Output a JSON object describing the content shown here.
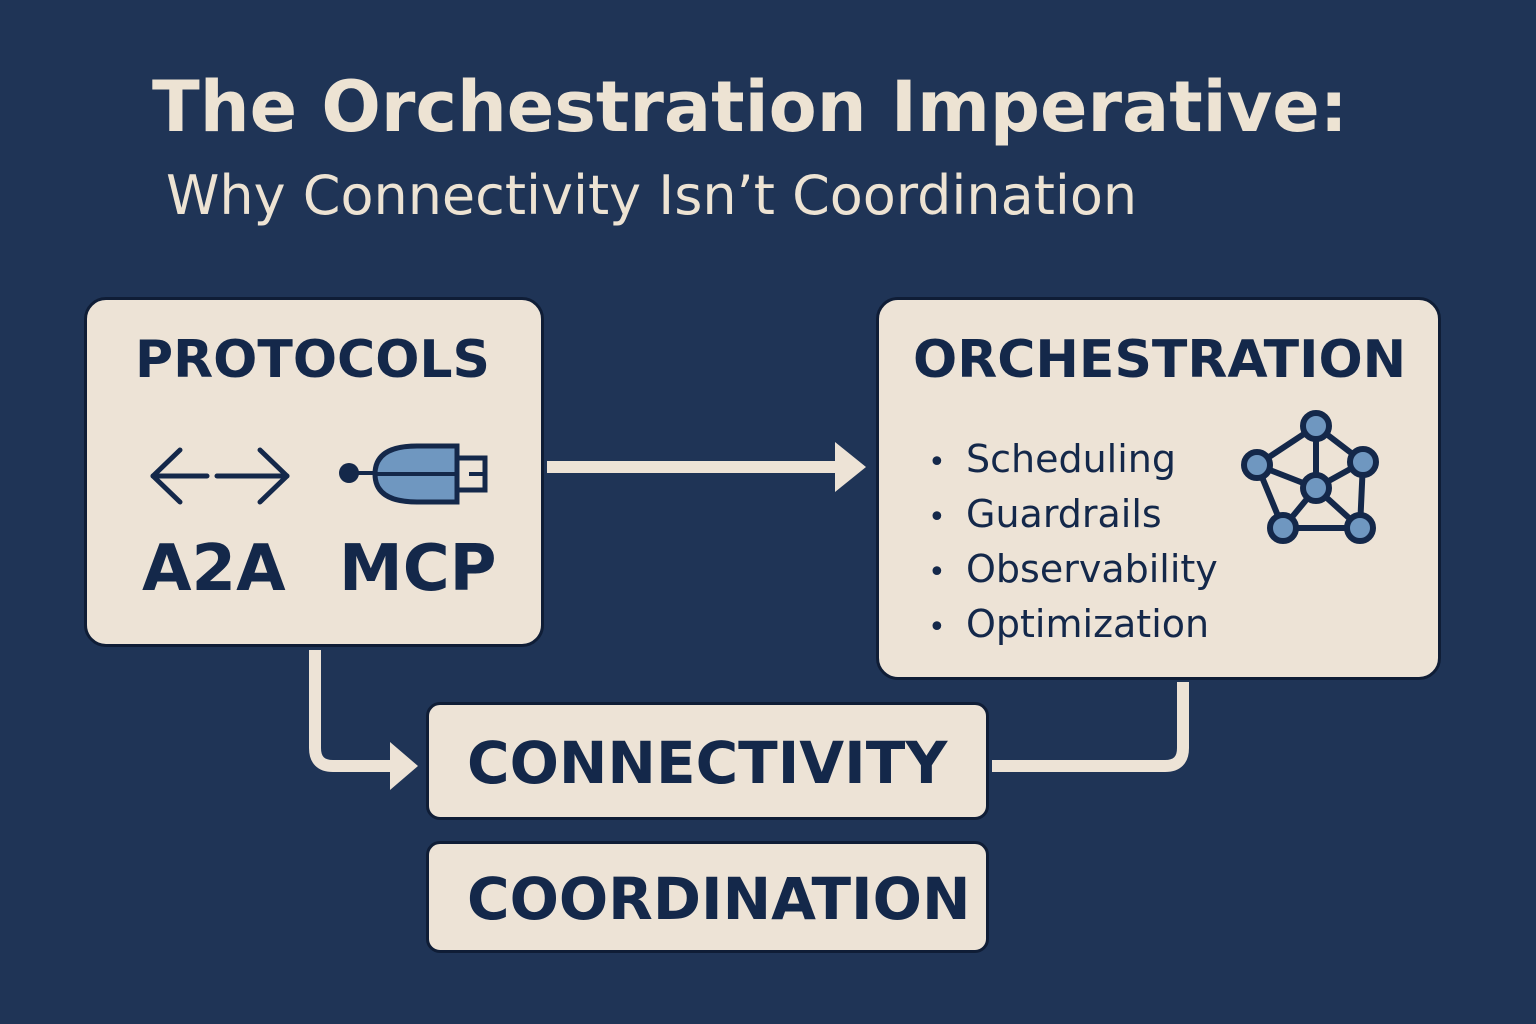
{
  "title": {
    "line1": "The Orchestration Imperative:",
    "line2": "Why Connectivity Isn’t Coordination"
  },
  "protocols": {
    "heading": "PROTOCOLS",
    "items": [
      {
        "label": "A2A",
        "icon": "bidirectional-arrow-icon"
      },
      {
        "label": "MCP",
        "icon": "plug-connector-icon"
      }
    ]
  },
  "orchestration": {
    "heading": "ORCHESTRATION",
    "bullets": [
      "Scheduling",
      "Guardrails",
      "Observability",
      "Optimization"
    ],
    "icon": "network-graph-icon"
  },
  "connectivity": {
    "label": "CONNECTIVITY"
  },
  "coordination": {
    "label": "COORDINATION"
  },
  "colors": {
    "background": "#1f3456",
    "card": "#ede3d6",
    "ink": "#14284a",
    "accent": "#6f97c0"
  }
}
